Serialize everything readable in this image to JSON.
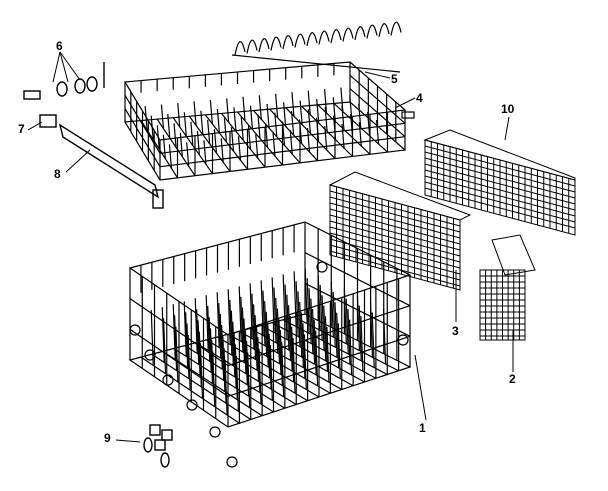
{
  "diagram": {
    "title": "Dishwasher rack assembly exploded parts view",
    "labels": [
      {
        "id": "1",
        "part": "lower-rack"
      },
      {
        "id": "2",
        "part": "silverware-basket-small"
      },
      {
        "id": "3",
        "part": "silverware-basket-medium"
      },
      {
        "id": "4",
        "part": "upper-rack"
      },
      {
        "id": "5",
        "part": "cup-shelf"
      },
      {
        "id": "6",
        "part": "roller-assembly"
      },
      {
        "id": "7",
        "part": "track-stop"
      },
      {
        "id": "8",
        "part": "rack-track"
      },
      {
        "id": "9",
        "part": "lower-roller"
      },
      {
        "id": "10",
        "part": "silverware-basket-large"
      }
    ]
  }
}
